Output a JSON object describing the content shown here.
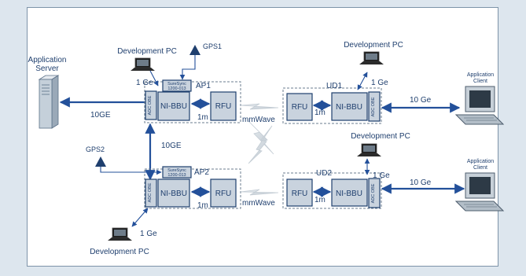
{
  "application_server": {
    "line1": "Application",
    "line2": "Server"
  },
  "gps1": "GPS1",
  "gps2": "GPS2",
  "ap1": {
    "title": "AP1",
    "surasync_l1": "SureSync",
    "surasync_l2": "1200-013",
    "rack_label": "ADC OBE",
    "bbu": "NI-BBU",
    "rfu": "RFU",
    "link_1m": "1m",
    "pc_label": "Development PC",
    "ge_label": "1 Ge"
  },
  "ap2": {
    "title": "AP2",
    "surasync_l1": "SureSync",
    "surasync_l2": "1200-013",
    "rack_label": "ADC OBE",
    "bbu": "NI-BBU",
    "rfu": "RFU",
    "link_1m": "1m",
    "pc_label": "Development PC",
    "ge_label": "1 Ge"
  },
  "ud1": {
    "title": "UD1",
    "rack_label": "ADC OBE",
    "bbu": "NI-BBU",
    "rfu": "RFU",
    "link_1m": "1m",
    "pc_label": "Development PC",
    "ge_label": "1 Ge",
    "client_line1": "Application",
    "client_line2": "Client",
    "ge10_label": "10 Ge"
  },
  "ud2": {
    "title": "UD2",
    "rack_label": "ADC OBE",
    "bbu": "NI-BBU",
    "rfu": "RFU",
    "link_1m": "1m",
    "pc_label": "Development PC",
    "ge_label": "1 Ge",
    "client_line1": "Application",
    "client_line2": "Client",
    "ge10_label": "10 Ge"
  },
  "server_link": "10GE",
  "ap_link": "10GE",
  "mmwave_top": "mmWave",
  "mmwave_bottom": "mmWave",
  "colors": {
    "line": "#23509a",
    "box_fill": "#c9d3de",
    "text": "#1f3f6e",
    "background": "#dde6ee"
  }
}
